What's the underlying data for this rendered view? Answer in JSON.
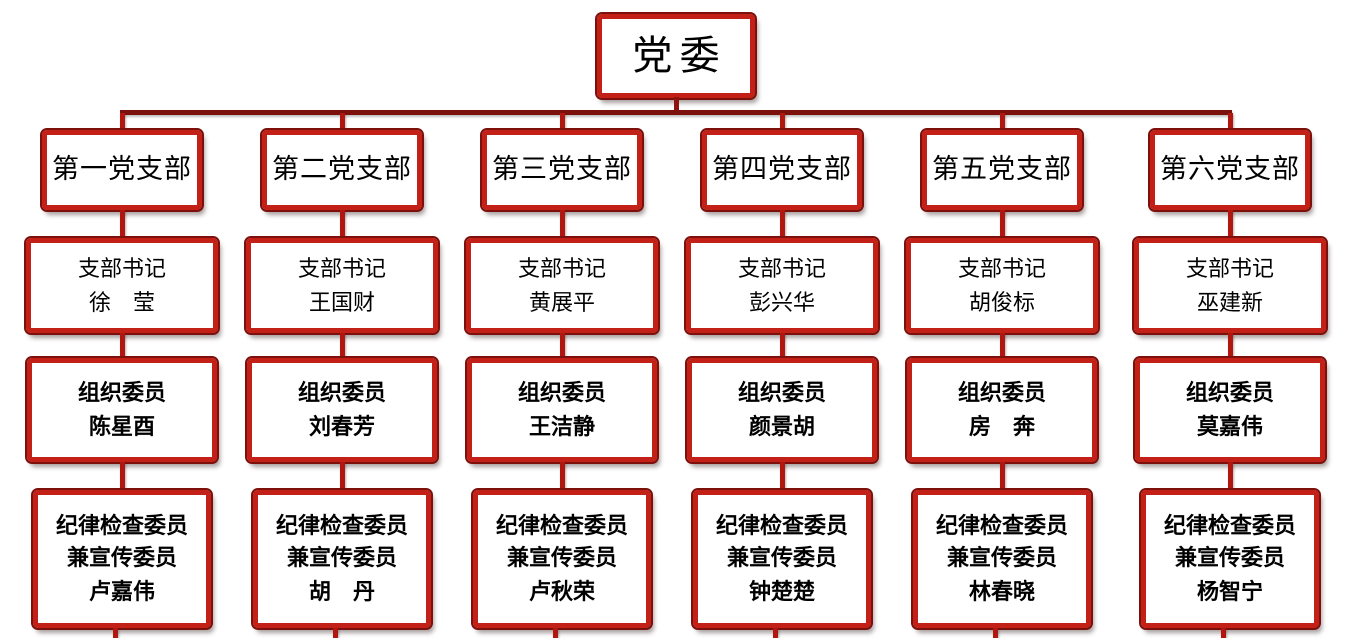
{
  "root": {
    "title": "党委"
  },
  "branches": [
    {
      "title": "第一党支部",
      "secretary": {
        "role": "支部书记",
        "name": "徐　莹"
      },
      "organizer": {
        "role": "组织委员",
        "name": "陈星酉"
      },
      "discipline": {
        "role": "纪律检查委员\n兼宣传委员",
        "name": "卢嘉伟"
      }
    },
    {
      "title": "第二党支部",
      "secretary": {
        "role": "支部书记",
        "name": "王国财"
      },
      "organizer": {
        "role": "组织委员",
        "name": "刘春芳"
      },
      "discipline": {
        "role": "纪律检查委员\n兼宣传委员",
        "name": "胡　丹"
      }
    },
    {
      "title": "第三党支部",
      "secretary": {
        "role": "支部书记",
        "name": "黄展平"
      },
      "organizer": {
        "role": "组织委员",
        "name": "王洁静"
      },
      "discipline": {
        "role": "纪律检查委员\n兼宣传委员",
        "name": "卢秋荣"
      }
    },
    {
      "title": "第四党支部",
      "secretary": {
        "role": "支部书记",
        "name": "彭兴华"
      },
      "organizer": {
        "role": "组织委员",
        "name": "颜景胡"
      },
      "discipline": {
        "role": "纪律检查委员\n兼宣传委员",
        "name": "钟楚楚"
      }
    },
    {
      "title": "第五党支部",
      "secretary": {
        "role": "支部书记",
        "name": "胡俊标"
      },
      "organizer": {
        "role": "组织委员",
        "name": "房　奔"
      },
      "discipline": {
        "role": "纪律检查委员\n兼宣传委员",
        "name": "林春晓"
      }
    },
    {
      "title": "第六党支部",
      "secretary": {
        "role": "支部书记",
        "name": "巫建新"
      },
      "organizer": {
        "role": "组织委员",
        "name": "莫嘉伟"
      },
      "discipline": {
        "role": "纪律检查委员\n兼宣传委员",
        "name": "杨智宁"
      }
    }
  ],
  "colors": {
    "box_border": "#c32017",
    "box_border_rim": "#7e100c",
    "connector_horizontal": "#7b100d",
    "connector_vertical": "#b2170f",
    "text": "#000000",
    "background": "#ffffff"
  }
}
